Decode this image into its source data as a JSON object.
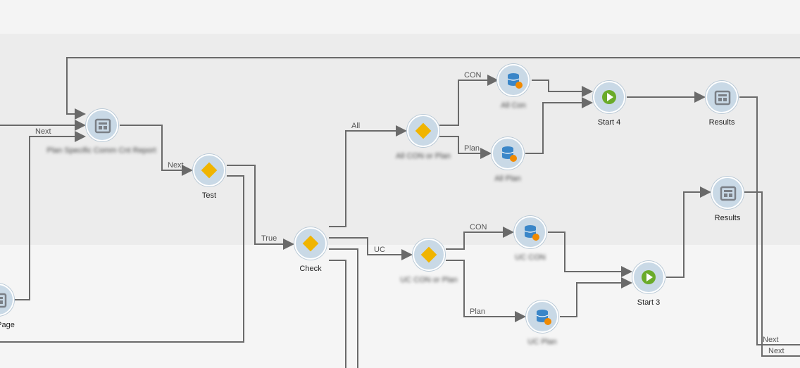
{
  "nodes": {
    "report_left": {
      "label": "Plan Specific Comm Cnt Report",
      "blurred": true,
      "icon": "report-icon"
    },
    "test": {
      "label": "Test",
      "icon": "decision-icon"
    },
    "check": {
      "label": "Check",
      "icon": "decision-icon"
    },
    "all_decision": {
      "label": "All CON or Plan",
      "blurred": true,
      "icon": "decision-icon"
    },
    "all_con": {
      "label": "All Con",
      "blurred": true,
      "icon": "database-icon"
    },
    "all_plan": {
      "label": "All Plan",
      "blurred": true,
      "icon": "database-icon"
    },
    "start4": {
      "label": "Start 4",
      "icon": "play-icon"
    },
    "results_top": {
      "label": "Results",
      "icon": "report-icon"
    },
    "uc_decision": {
      "label": "UC CON or Plan",
      "blurred": true,
      "icon": "decision-icon"
    },
    "uc_con": {
      "label": "UC CON",
      "blurred": true,
      "icon": "database-icon"
    },
    "uc_plan": {
      "label": "UC Plan",
      "blurred": true,
      "icon": "database-icon"
    },
    "start3": {
      "label": "Start 3",
      "icon": "play-icon"
    },
    "results_mid": {
      "label": "Results",
      "icon": "report-icon"
    },
    "page_left": {
      "label": "Page",
      "icon": "report-icon"
    }
  },
  "edges": {
    "next_report": "Next",
    "next_test": "Next",
    "true_check": "True",
    "all": "All",
    "uc": "UC",
    "con_top": "CON",
    "plan_top": "Plan",
    "con_mid": "CON",
    "plan_mid": "Plan",
    "next_bottom_1": "Next",
    "next_bottom_2": "Next"
  },
  "colors": {
    "node_fill": "#c9d9e6",
    "wire": "#6a6a6a",
    "decision": "#f0b400",
    "play": "#6aab2a",
    "database": "#3a86c8",
    "database_badge": "#f08a00",
    "report": "#7a7f86"
  }
}
